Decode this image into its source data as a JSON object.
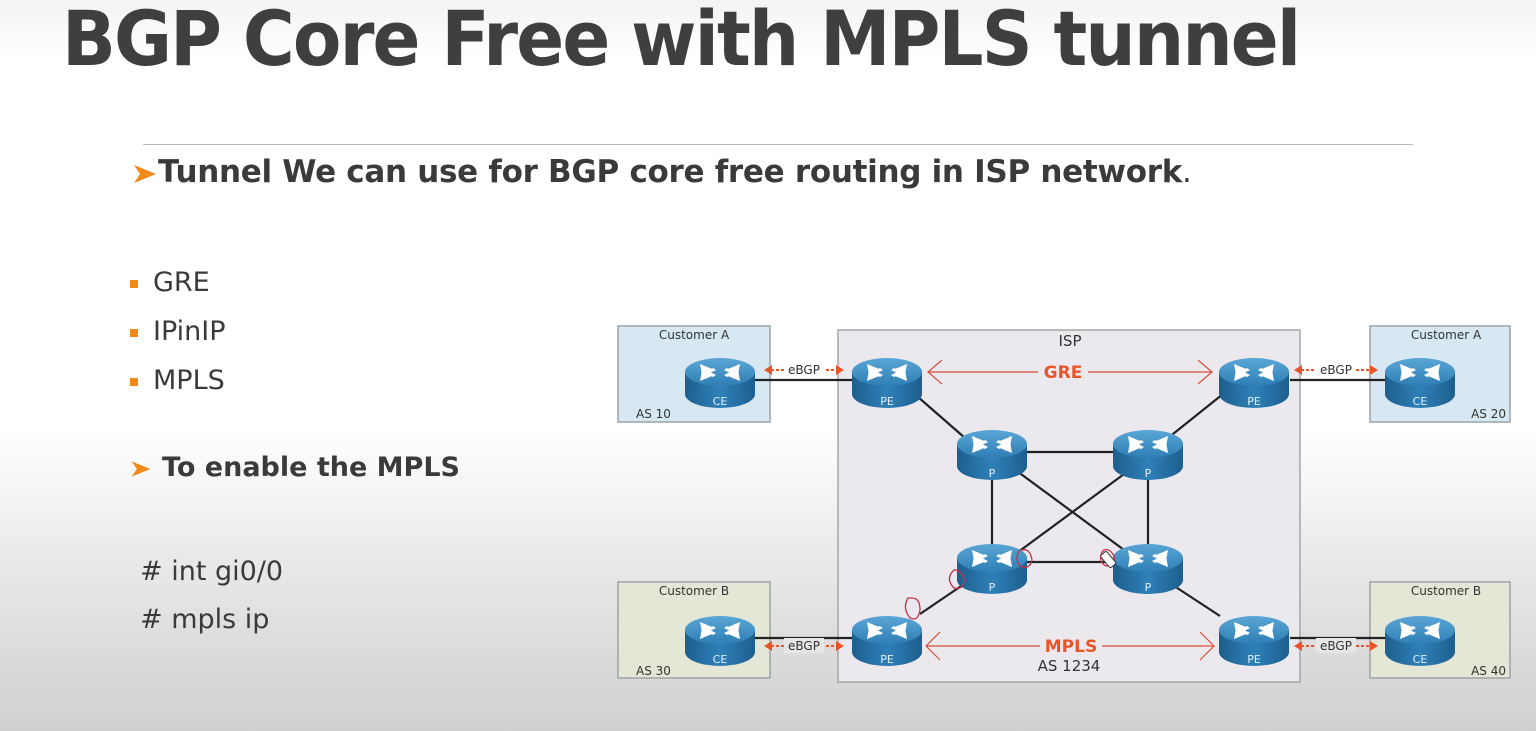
{
  "slide": {
    "title": "BGP Core Free with MPLS tunnel",
    "heading": "Tunnel We can use for BGP core free routing in ISP network",
    "heading_suffix": ".",
    "bullets": [
      "GRE",
      "IPinIP",
      "MPLS"
    ],
    "subheading": "To enable the MPLS",
    "commands": [
      "# int gi0/0",
      "# mpls ip"
    ]
  },
  "diagram": {
    "isp_label": "ISP",
    "isp_as": "AS 1234",
    "gre_label": "GRE",
    "mpls_label": "MPLS",
    "ebgp_label": "eBGP",
    "customers": [
      {
        "name": "Customer A",
        "as": "AS 10",
        "router": "CE"
      },
      {
        "name": "Customer A",
        "as": "AS 20",
        "router": "CE"
      },
      {
        "name": "Customer B",
        "as": "AS 30",
        "router": "CE"
      },
      {
        "name": "Customer B",
        "as": "AS 40",
        "router": "CE"
      }
    ],
    "pe_label": "PE",
    "p_label": "P"
  },
  "colors": {
    "accent_orange": "#f28a1a",
    "tunnel_red": "#e8552a",
    "text_dark": "#3a3a3a",
    "customer_a_fill": "#d8e8f2",
    "customer_b_fill": "#e4e6d6",
    "isp_fill": "#ebe9ee",
    "router_blue": "#2f7fb5"
  }
}
